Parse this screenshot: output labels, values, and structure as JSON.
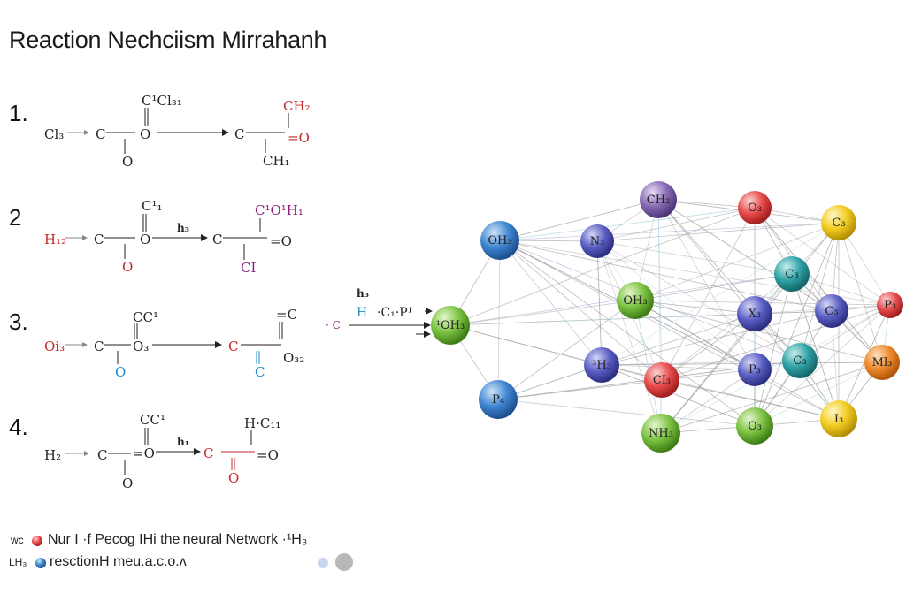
{
  "title": "Reaction Nechciism  Mirrahanh",
  "steps": [
    {
      "number": "1.",
      "reactant_left": "Cl₃",
      "center_c": "C",
      "center_o": "O",
      "top_group": "C¹Cl₃₁",
      "bottom_o": "O",
      "arrow_label": "",
      "product_c": "C",
      "product_top": "CH₂",
      "product_right": "=O",
      "product_bottom": "CH₁"
    },
    {
      "number": "2",
      "reactant_left": "H₁₂",
      "center_c": "C",
      "center_o": "O",
      "top_group": "C¹₁",
      "bottom_o": "O",
      "arrow_label": "h₃",
      "product_c": "C",
      "product_top": "C¹O¹H₁",
      "product_right": "=O",
      "product_bottom": "CI"
    },
    {
      "number": "3.",
      "reactant_left": "Oi₃",
      "center_c": "C",
      "center_o": "O₃",
      "top_group": "CC¹",
      "bottom_o": "O",
      "arrow_label": "",
      "product_c": "C",
      "product_top": "=C",
      "product_right": "O₃₂",
      "product_bottom": "C"
    },
    {
      "number": "4.",
      "reactant_left": "H₂",
      "center_c": "C",
      "center_o": "=O",
      "top_group": "CC¹",
      "bottom_o": "O",
      "arrow_label": "h₁",
      "product_c": "C",
      "product_top": "H·C₁₁",
      "product_right": "=O",
      "product_bottom": "O"
    }
  ],
  "connector": {
    "top_label": "h₃",
    "h_label": "H",
    "formula": "·C₁·P¹",
    "left_label": "· C"
  },
  "network": {
    "nodes": [
      {
        "id": "n1",
        "label": "OH₃",
        "color": "blue"
      },
      {
        "id": "n2",
        "label": "P₄",
        "color": "blue"
      },
      {
        "id": "n3",
        "label": "¹OH₃",
        "color": "green"
      },
      {
        "id": "n4",
        "label": "N₃",
        "color": "indigo"
      },
      {
        "id": "n5",
        "label": "CH₂",
        "color": "purple"
      },
      {
        "id": "n6",
        "label": "OH₃",
        "color": "green"
      },
      {
        "id": "n7",
        "label": "³H₃",
        "color": "indigo"
      },
      {
        "id": "n8",
        "label": "NH₃",
        "color": "green"
      },
      {
        "id": "n9",
        "label": "CI₃",
        "color": "red"
      },
      {
        "id": "n10",
        "label": "O₃",
        "color": "red"
      },
      {
        "id": "n11",
        "label": "X₃",
        "color": "indigo"
      },
      {
        "id": "n12",
        "label": "P₃",
        "color": "indigo"
      },
      {
        "id": "n13",
        "label": "O₃",
        "color": "green"
      },
      {
        "id": "n14",
        "label": "C₃",
        "color": "teal"
      },
      {
        "id": "n15",
        "label": "C₃",
        "color": "teal"
      },
      {
        "id": "n16",
        "label": "C₃",
        "color": "indigo"
      },
      {
        "id": "n17",
        "label": "C₃",
        "color": "yellow"
      },
      {
        "id": "n18",
        "label": "P₃",
        "color": "red"
      },
      {
        "id": "n19",
        "label": "Ml₃",
        "color": "orange"
      },
      {
        "id": "n20",
        "label": "I₃",
        "color": "yellow"
      }
    ]
  },
  "legend": {
    "row1_prefix": "wc",
    "row1_text": "Nur I ·f Pecog IHi the neural Network ·¹H₃",
    "row2_prefix": "LH₃",
    "row2_text": "resctionH meu.a.c.o.ʌ"
  },
  "colors": {
    "blue": "#3f86d1",
    "indigo": "#5b5fc4",
    "purple": "#8a6bb5",
    "green": "#7cc242",
    "teal": "#2fa3a6",
    "red": "#e84b4b",
    "orange": "#ef8a2a",
    "yellow": "#f3cd22",
    "edge": "#8a8a8a"
  }
}
